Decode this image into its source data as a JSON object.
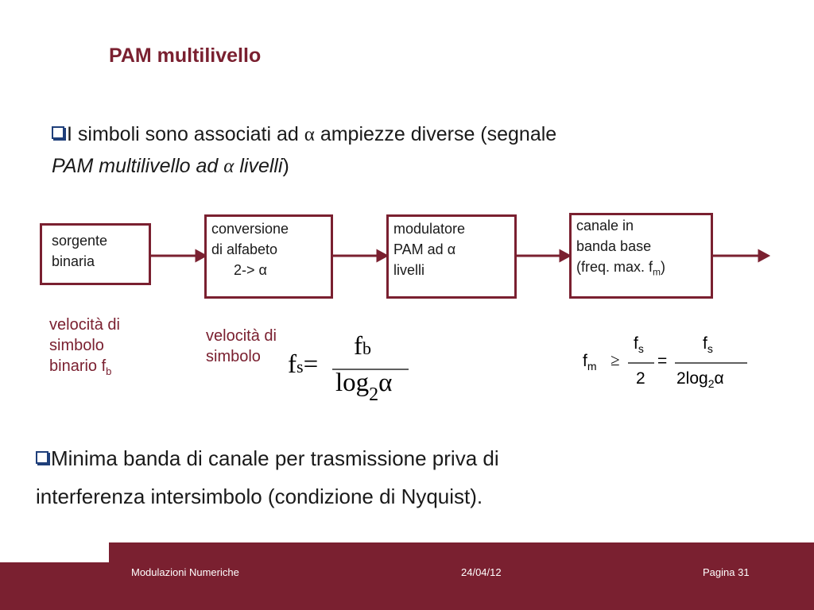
{
  "slide": {
    "title": "PAM multilivello"
  },
  "bullets": [
    {
      "line1_a": "I simboli sono associati ad ",
      "alpha": "α",
      "line1_b": " ampiezze diverse  (segnale",
      "line2_a": "PAM multilivello ad ",
      "line2_b": " livelli",
      "line2_c": ")"
    },
    {
      "line1": "Minima banda di canale per trasmissione priva di",
      "line2": "interferenza intersimbolo (condizione di Nyquist)."
    }
  ],
  "diagram": {
    "blocks": [
      {
        "lines": [
          "sorgente",
          "binaria"
        ]
      },
      {
        "lines": [
          "conversione",
          "di alfabeto",
          "2-> α"
        ]
      },
      {
        "lines": [
          "modulatore",
          "PAM ad α",
          "livelli"
        ]
      },
      {
        "lines": [
          "canale in",
          "banda base",
          "(freq. max. f",
          "m",
          ")"
        ]
      }
    ],
    "labels": {
      "rate_binary": [
        "velocità di",
        "simbolo",
        "binario f",
        "b"
      ],
      "rate_symbol": [
        "velocità di",
        "simbolo"
      ]
    },
    "formula_fs": {
      "lhs": "f",
      "lhs_sub": "s",
      "eq": "=",
      "num": "f",
      "num_sub": "b",
      "den": "log",
      "den_sub": "2",
      "den_tail": "α"
    },
    "formula_fm": {
      "lhs": "f",
      "lhs_sub": "m",
      "rel": "≥",
      "n1": "f",
      "n1_sub": "s",
      "d1": "2",
      "eq": "=",
      "n2": "f",
      "n2_sub": "s",
      "d2": "2log",
      "d2_sub": "2",
      "d2_tail": "α"
    }
  },
  "footer": {
    "left": "Modulazioni Numeriche",
    "center": "24/04/12",
    "right": "Pagina 31"
  },
  "colors": {
    "accent": "#7a2030",
    "bullet": "#1f3f7a"
  }
}
